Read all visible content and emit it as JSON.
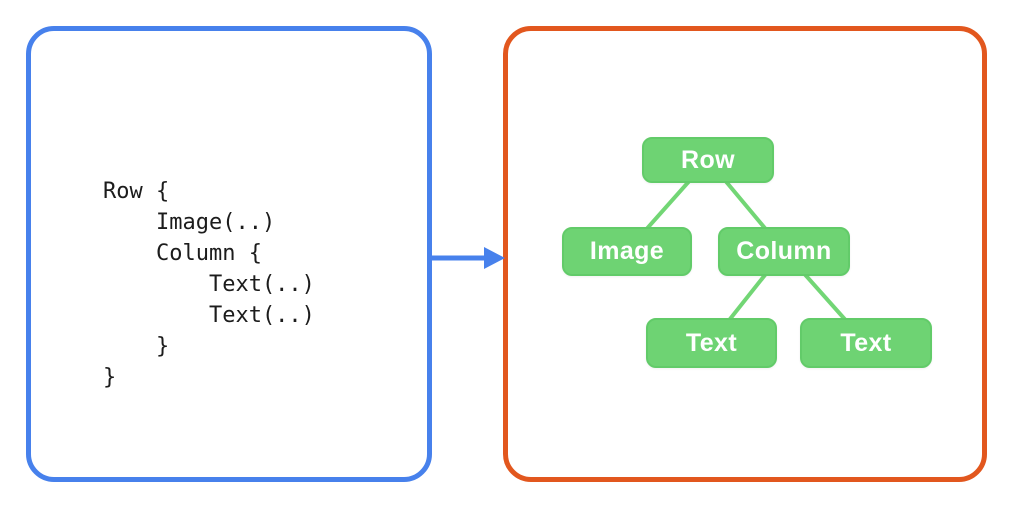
{
  "figure": {
    "description": "Diagram mapping declarative UI code to its widget tree"
  },
  "code_panel": {
    "border_color": "#4781EC",
    "lines": {
      "0": "Row {",
      "1": "    Image(..)",
      "2": "    Column {",
      "3": "        Text(..)",
      "4": "        Text(..)",
      "5": "    }",
      "6": "}"
    }
  },
  "arrow": {
    "direction": "right",
    "color": "#4781EC"
  },
  "tree_panel": {
    "border_color": "#E2571E",
    "node_fill_color": "#6ED373",
    "edge_color": "#72D675",
    "label_color": "#FFFFFF",
    "nodes": {
      "0": {
        "id": "row",
        "label": "Row"
      },
      "1": {
        "id": "image",
        "label": "Image"
      },
      "2": {
        "id": "column",
        "label": "Column"
      },
      "3": {
        "id": "text-1",
        "label": "Text"
      },
      "4": {
        "id": "text-2",
        "label": "Text"
      }
    },
    "edges": [
      {
        "from": "row",
        "to": "image"
      },
      {
        "from": "row",
        "to": "column"
      },
      {
        "from": "column",
        "to": "text-1"
      },
      {
        "from": "column",
        "to": "text-2"
      }
    ]
  }
}
